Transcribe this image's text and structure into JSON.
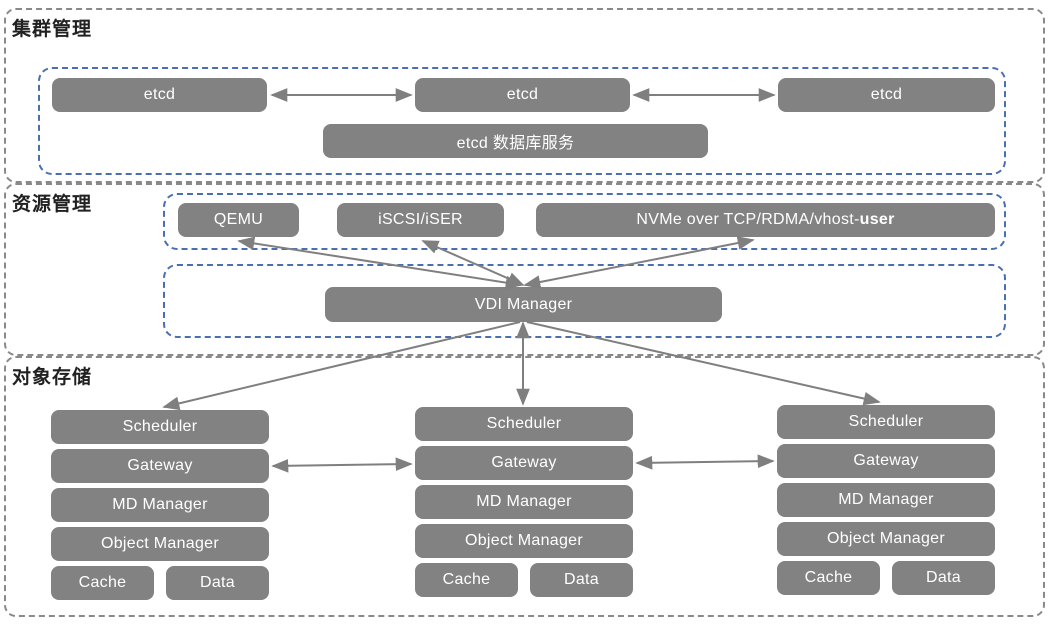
{
  "colors": {
    "box_fill": "#828282",
    "box_text": "#ffffff",
    "section_border_gray": "#898989",
    "inner_group_blue": "#4a6fb0",
    "arrow_gray": "#7f7f7f",
    "section_title_text": "#212121"
  },
  "sections": {
    "cluster": {
      "title": "集群管理",
      "nodes": [
        "etcd",
        "etcd",
        "etcd"
      ],
      "service": "etcd 数据库服务"
    },
    "resource": {
      "title": "资源管理",
      "qemu": "QEMU",
      "iscsi": "iSCSI/iSER",
      "nvme_prefix": "NVMe over TCP/RDMA/vhost-",
      "nvme_bold": "user",
      "manager": "VDI Manager"
    },
    "storage": {
      "title": "对象存储",
      "stacks": [
        {
          "scheduler": "Scheduler",
          "gateway": "Gateway",
          "md": "MD Manager",
          "object": "Object Manager",
          "cache": "Cache",
          "data": "Data"
        },
        {
          "scheduler": "Scheduler",
          "gateway": "Gateway",
          "md": "MD Manager",
          "object": "Object Manager",
          "cache": "Cache",
          "data": "Data"
        },
        {
          "scheduler": "Scheduler",
          "gateway": "Gateway",
          "md": "MD Manager",
          "object": "Object Manager",
          "cache": "Cache",
          "data": "Data"
        }
      ]
    }
  }
}
